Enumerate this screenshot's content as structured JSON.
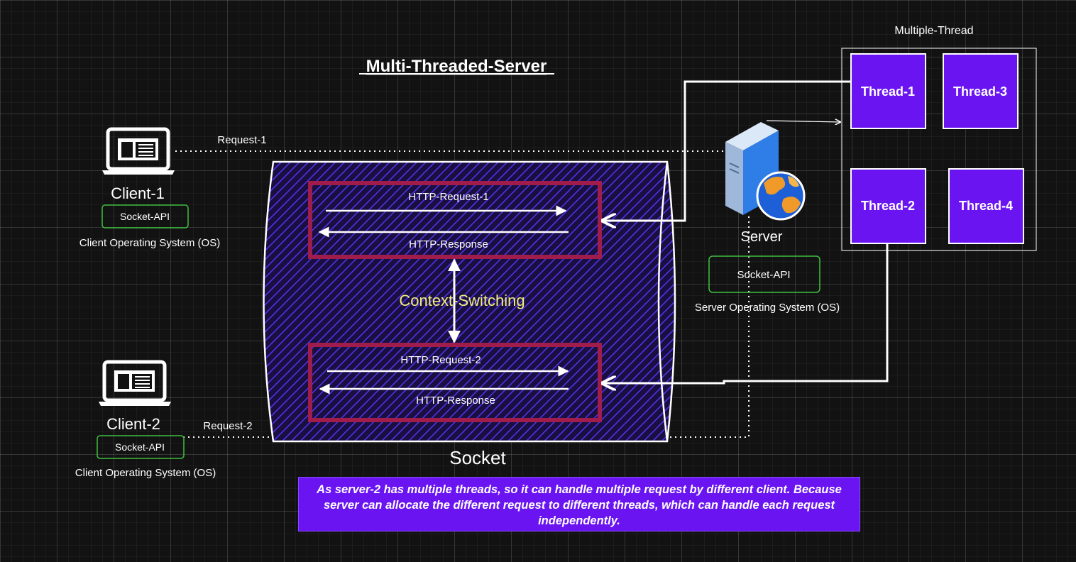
{
  "title": "Multi-Threaded-Server",
  "clients": [
    {
      "name": "Client-1",
      "api_label": "Socket-API",
      "os_label": "Client Operating System (OS)",
      "request_label": "Request-1"
    },
    {
      "name": "Client-2",
      "api_label": "Socket-API",
      "os_label": "Client Operating System (OS)",
      "request_label": "Request-2"
    }
  ],
  "socket": {
    "label": "Socket",
    "context_switching": "Context-Switching",
    "channels": [
      {
        "request": "HTTP-Request-1",
        "response": "HTTP-Response"
      },
      {
        "request": "HTTP-Request-2",
        "response": "HTTP-Response"
      }
    ]
  },
  "server": {
    "name": "Server",
    "api_label": "Socket-API",
    "os_label": "Server Operating System (OS)"
  },
  "threads": {
    "group_label": "Multiple-Thread",
    "items": [
      "Thread-1",
      "Thread-3",
      "Thread-2",
      "Thread-4"
    ]
  },
  "note": "As server-2 has multiple threads, so it can handle multiple request by different client. Because server can allocate the different request to different threads, which can handle each request independently.",
  "colors": {
    "background": "#121212",
    "thread_fill": "#6a14f2",
    "channel_border": "#a01c4a",
    "socket_hatch": "#5a2ee8",
    "api_border": "#3fbf3f",
    "context_text": "#f2ef7e"
  }
}
